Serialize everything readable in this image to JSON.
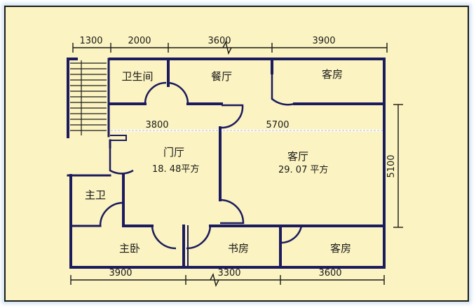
{
  "colors": {
    "background": "#fbf3c1",
    "wall": "#1b1b5e",
    "line": "#1a1a1a",
    "text": "#1a1a1a"
  },
  "dimensions": {
    "top": [
      "1300",
      "2000",
      "3600",
      "3900"
    ],
    "inner": [
      "3800",
      "5700"
    ],
    "bottom": [
      "3900",
      "3300",
      "3600"
    ],
    "right": "5100"
  },
  "rooms": {
    "bathroom": "卫生间",
    "dining": "餐厅",
    "guest_top": "客房",
    "foyer": "门厅",
    "foyer_area": "18. 48",
    "foyer_area_unit": "平方",
    "living": "客厅",
    "living_area": "29. 07",
    "living_area_unit": "平方",
    "master_bath": "主卫",
    "master_bed": "主卧",
    "study": "书房",
    "guest_bottom": "客房"
  }
}
